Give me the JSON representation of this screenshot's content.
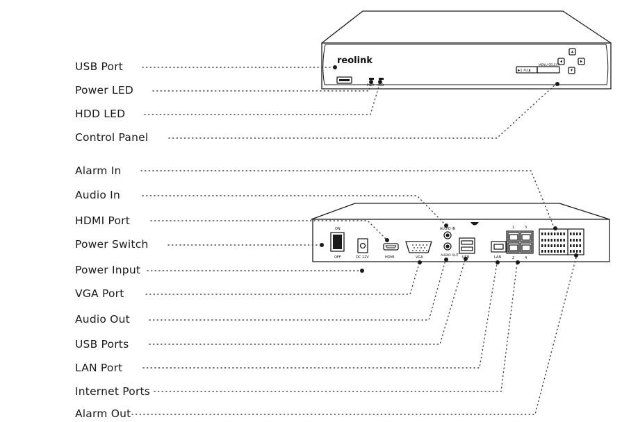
{
  "labels": {
    "usb_port": "USB Port",
    "power_led": "Power LED",
    "hdd_led": "HDD LED",
    "control_panel": "Control Panel",
    "alarm_in": "Alarm In",
    "audio_in": "Audio In",
    "hdmi_port": "HDMI Port",
    "power_switch": "Power Switch",
    "power_input": "Power Input",
    "vga_port": "VGA Port",
    "audio_out": "Audio Out",
    "usb_ports": "USB Ports",
    "lan_port": "LAN Port",
    "internet_ports": "Internet Ports",
    "alarm_out": "Alarm Out"
  },
  "front": {
    "brand": "reolink",
    "pwr": "PWR",
    "hdd": "HDD",
    "playback": "▶❙ ALL▮",
    "menu_select": "MENU SELECT"
  },
  "rear": {
    "on": "ON",
    "off": "OFF",
    "dc": "DC 12V",
    "hdmi": "HDMI",
    "vga": "VGA",
    "audio_in": "AUDIO IN",
    "audio_out": "AUDIO OUT",
    "usb": "USB",
    "lan": "LAN",
    "port_1": "1",
    "port_2": "2",
    "port_3": "3",
    "port_4": "4"
  }
}
